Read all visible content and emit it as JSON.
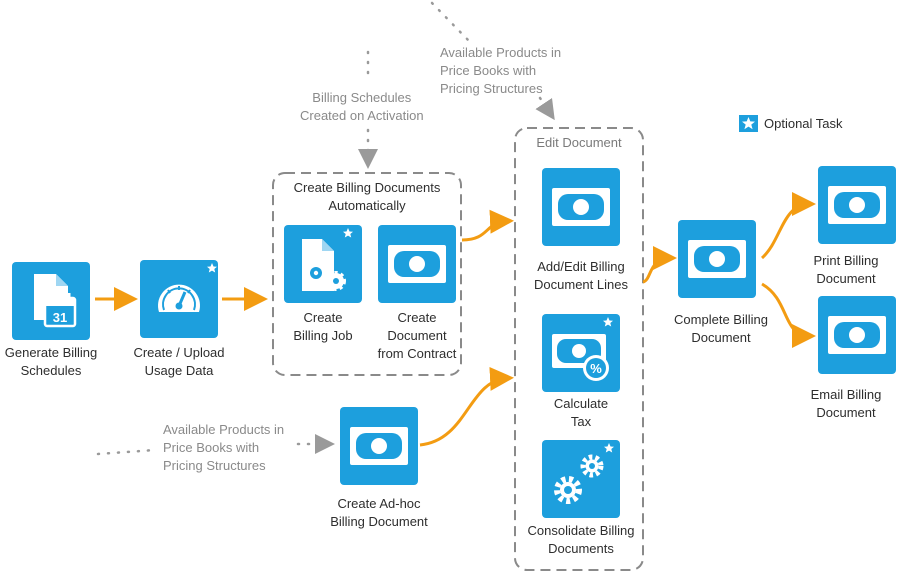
{
  "notes": {
    "top_center_line1": "Available Products in",
    "top_center_line2": "Price Books with",
    "top_center_line3": "Pricing Structures",
    "billing_schedules_line1": "Billing Schedules",
    "billing_schedules_line2": "Created on Activation",
    "bottom_left_line1": "Available Products in",
    "bottom_left_line2": "Price Books with",
    "bottom_left_line3": "Pricing Structures"
  },
  "legend": {
    "label": "Optional Task",
    "icon": "star-icon"
  },
  "groups": {
    "auto_line1": "Create Billing Documents",
    "auto_line2": "Automatically",
    "edit": "Edit Document"
  },
  "nodes": {
    "generate_schedules": {
      "line1": "Generate Billing",
      "line2": "Schedules",
      "icon": "calendar-document-icon",
      "calendar_day": "31",
      "optional": false
    },
    "upload_usage": {
      "line1": "Create / Upload",
      "line2": "Usage Data",
      "icon": "gauge-icon",
      "optional": true
    },
    "create_billing_job": {
      "line1": "Create",
      "line2": "Billing Job",
      "icon": "document-gears-icon",
      "optional": true
    },
    "create_from_contract": {
      "line1": "Create",
      "line2": "Document",
      "line3": "from Contract",
      "icon": "money-bill-icon",
      "optional": false
    },
    "create_adhoc": {
      "line1": "Create Ad-hoc",
      "line2": "Billing Document",
      "icon": "money-bill-icon",
      "optional": false
    },
    "add_edit_lines": {
      "line1": "Add/Edit Billing",
      "line2": "Document Lines",
      "icon": "money-bill-icon",
      "optional": false
    },
    "calculate_tax": {
      "line1": "Calculate",
      "line2": "Tax",
      "icon": "money-percent-icon",
      "optional": true
    },
    "consolidate": {
      "line1": "Consolidate Billing",
      "line2": "Documents",
      "icon": "gears-icon",
      "optional": true
    },
    "complete": {
      "line1": "Complete Billing",
      "line2": "Document",
      "icon": "money-bill-icon",
      "optional": false
    },
    "print": {
      "line1": "Print Billing",
      "line2": "Document",
      "icon": "money-bill-icon",
      "optional": false
    },
    "email": {
      "line1": "Email Billing",
      "line2": "Document",
      "icon": "money-bill-icon",
      "optional": false
    }
  },
  "colors": {
    "tile": "#1d9fdd",
    "arrow": "#f39c12",
    "dotted": "#9a9a9a",
    "group_border": "#8a8a8a",
    "text": "#2e2e2e",
    "note": "#8a8a8a"
  }
}
